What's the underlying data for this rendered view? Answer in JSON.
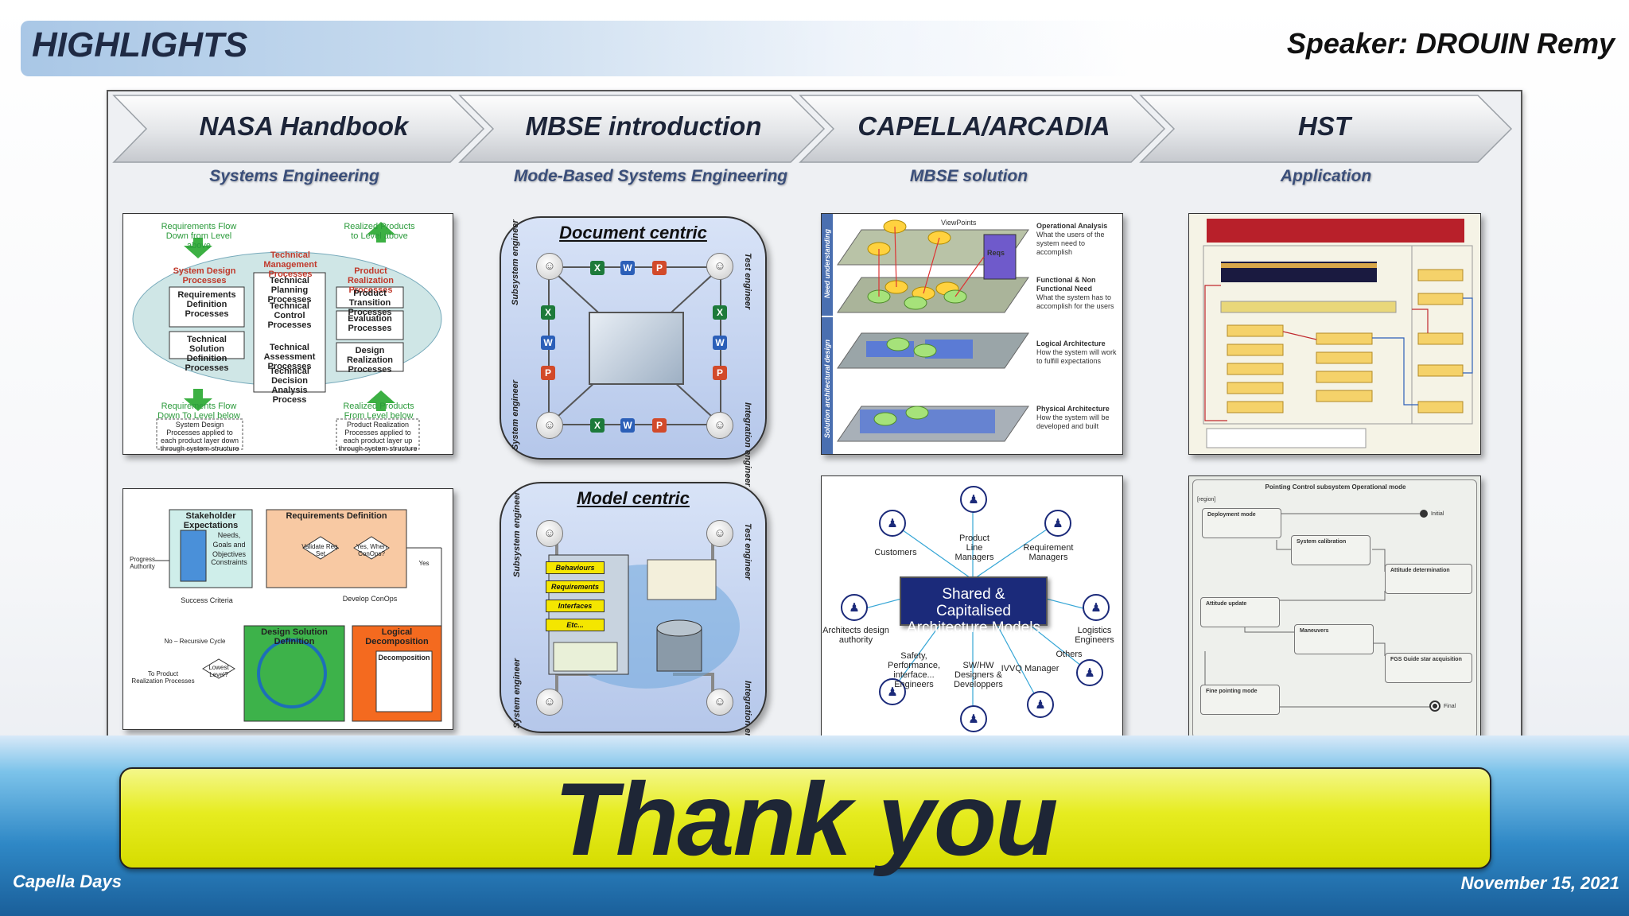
{
  "header": {
    "title": "HIGHLIGHTS",
    "speaker": "Speaker: DROUIN Remy"
  },
  "steps": [
    {
      "label": "NASA Handbook",
      "sub": "Systems Engineering"
    },
    {
      "label": "MBSE introduction",
      "sub": "Mode-Based Systems Engineering"
    },
    {
      "label": "CAPELLA/ARCADIA",
      "sub": "MBSE solution"
    },
    {
      "label": "HST",
      "sub": "Application"
    }
  ],
  "nasa1": {
    "req_down": "Requirements Flow Down from Level above",
    "realized_up": "Realized Products to Level above",
    "tech_mgmt": "Technical Management Processes",
    "sys_design": "System Design Processes",
    "product_real": "Product Realization Processes",
    "req_def": "Requirements Definition Processes",
    "tech_sol": "Technical Solution Definition Processes",
    "tech_plan": "Technical Planning Processes",
    "tech_ctrl": "Technical Control Processes",
    "tech_assess": "Technical Assessment Processes",
    "tech_dec": "Technical Decision Analysis Process",
    "prod_trans": "Product Transition Processes",
    "eval": "Evaluation Processes",
    "design_real": "Design Realization Processes",
    "req_down_lower": "Requirements Flow Down To Level below",
    "realized_from": "Realized Products From Level below",
    "note_left": "System Design Processes applied to each product layer down through system structure",
    "note_right": "Product Realization Processes applied to each product layer up through system structure"
  },
  "nasa2": {
    "stakeholder": "Stakeholder Expectations",
    "req_def": "Requirements Definition",
    "design_sol": "Design Solution Definition",
    "logical": "Logical Decomposition",
    "decomposition": "Decomposition",
    "needs": "Needs, Goals and Objectives",
    "constraints": "Constraints",
    "success": "Success Criteria",
    "develop_conops": "Develop ConOps",
    "yes_when": "Yes, When ConOps?",
    "validate": "Validate Req. Set",
    "lowest": "Lowest Level?",
    "to_product": "To Product Realization Processes",
    "progress": "Progress Authority",
    "yes": "Yes",
    "no_recursive": "No – Recursive Cycle"
  },
  "mbse": {
    "doc_title": "Document centric",
    "model_title": "Model centric",
    "subsystem": "Subsystem engineer",
    "test": "Test engineer",
    "system": "System engineer",
    "integration": "Integration engineer",
    "bars": [
      "Behaviours",
      "Requirements",
      "Interfaces",
      "Etc..."
    ]
  },
  "capella": {
    "oa_title": "Operational Analysis",
    "oa_desc": "What the users of the system need to accomplish",
    "fn_title": "Functional & Non Functional Need",
    "fn_desc": "What the system has to accomplish for the users",
    "la_title": "Logical Architecture",
    "la_desc": "How the system will work to fulfill expectations",
    "pa_title": "Physical Architecture",
    "pa_desc": "How the system will be developed and built",
    "side_need": "Need understanding",
    "side_sol": "Solution architectural design",
    "reqs": "Reqs",
    "viewpoints": "ViewPoints",
    "shared": "Shared & Capitalised Architecture Models",
    "roles": [
      "Product Line Managers",
      "Customers",
      "Requirement Managers",
      "Architects design authority",
      "Logistics Engineers",
      "Safety, Performance, interface... Engineers",
      "SW/HW Designers & Developpers",
      "IVVQ Manager",
      "Others"
    ]
  },
  "hst": {
    "diagram_title": "Pointing Control subsystem Operational mode",
    "region": "[region]",
    "initial": "Initial",
    "final": "Final",
    "modes": [
      "Deployment mode",
      "System calibration",
      "Attitude determination",
      "Attitude update",
      "Maneuvers",
      "FGS Guide star acquisition",
      "Fine pointing mode"
    ]
  },
  "banner": {
    "thanks": "Thank you"
  },
  "footer": {
    "left": "Capella Days",
    "right": "November 15, 2021"
  },
  "colors": {
    "accent_yellow": "#e6ec20",
    "header_blue": "#a9c7e6",
    "banner_blue": "#2f88c6",
    "text_dark": "#1e2636"
  }
}
